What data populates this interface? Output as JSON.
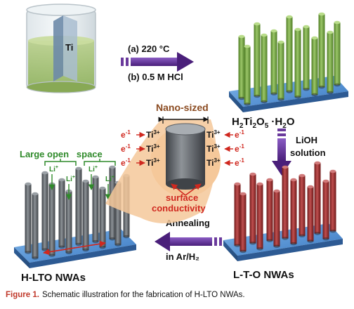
{
  "beaker": {
    "label": "Ti"
  },
  "step1": {
    "line_a": "(a) 220 °C",
    "line_b": "(b) 0.5 M HCl"
  },
  "step2": {
    "line_1": "LiOH",
    "line_2": "solution"
  },
  "step3": {
    "line_1": "Annealing",
    "line_2": "in Ar/H₂"
  },
  "panels": {
    "top_right": {
      "base": "H",
      "sub1": "2",
      "mid": "Ti",
      "sub2": "2",
      "mid2": "O",
      "sub3": "5",
      "tail": " ·H",
      "sub4": "2",
      "end": "O"
    },
    "bottom_right": "L-T-O NWAs",
    "bottom_left": "H-LTO NWAs"
  },
  "center": {
    "title": "Nano-sized",
    "electron": "e",
    "electron_sup": "-1",
    "ion": "Ti",
    "ion_sup": "3+",
    "surface_line1": "surface",
    "surface_line2": "conductivity"
  },
  "annotations": {
    "large_open_space": "Large open   space",
    "li_ion": "Li",
    "li_sup": "+"
  },
  "caption": {
    "label": "Figure 1.",
    "text": "Schematic illustration for the fabrication of H-LTO NWAs."
  },
  "colors": {
    "green_wire": "#6f9d3a",
    "red_wire": "#9b2a2a",
    "gray_wire": "#5a5e63",
    "substrate": "#4f8fd0",
    "arrow_purple": "#5a2a8c",
    "electron_red": "#d0281f",
    "label_green": "#2f8a2a",
    "title_brown": "#8a4a20",
    "halo": "#f5c89a"
  }
}
